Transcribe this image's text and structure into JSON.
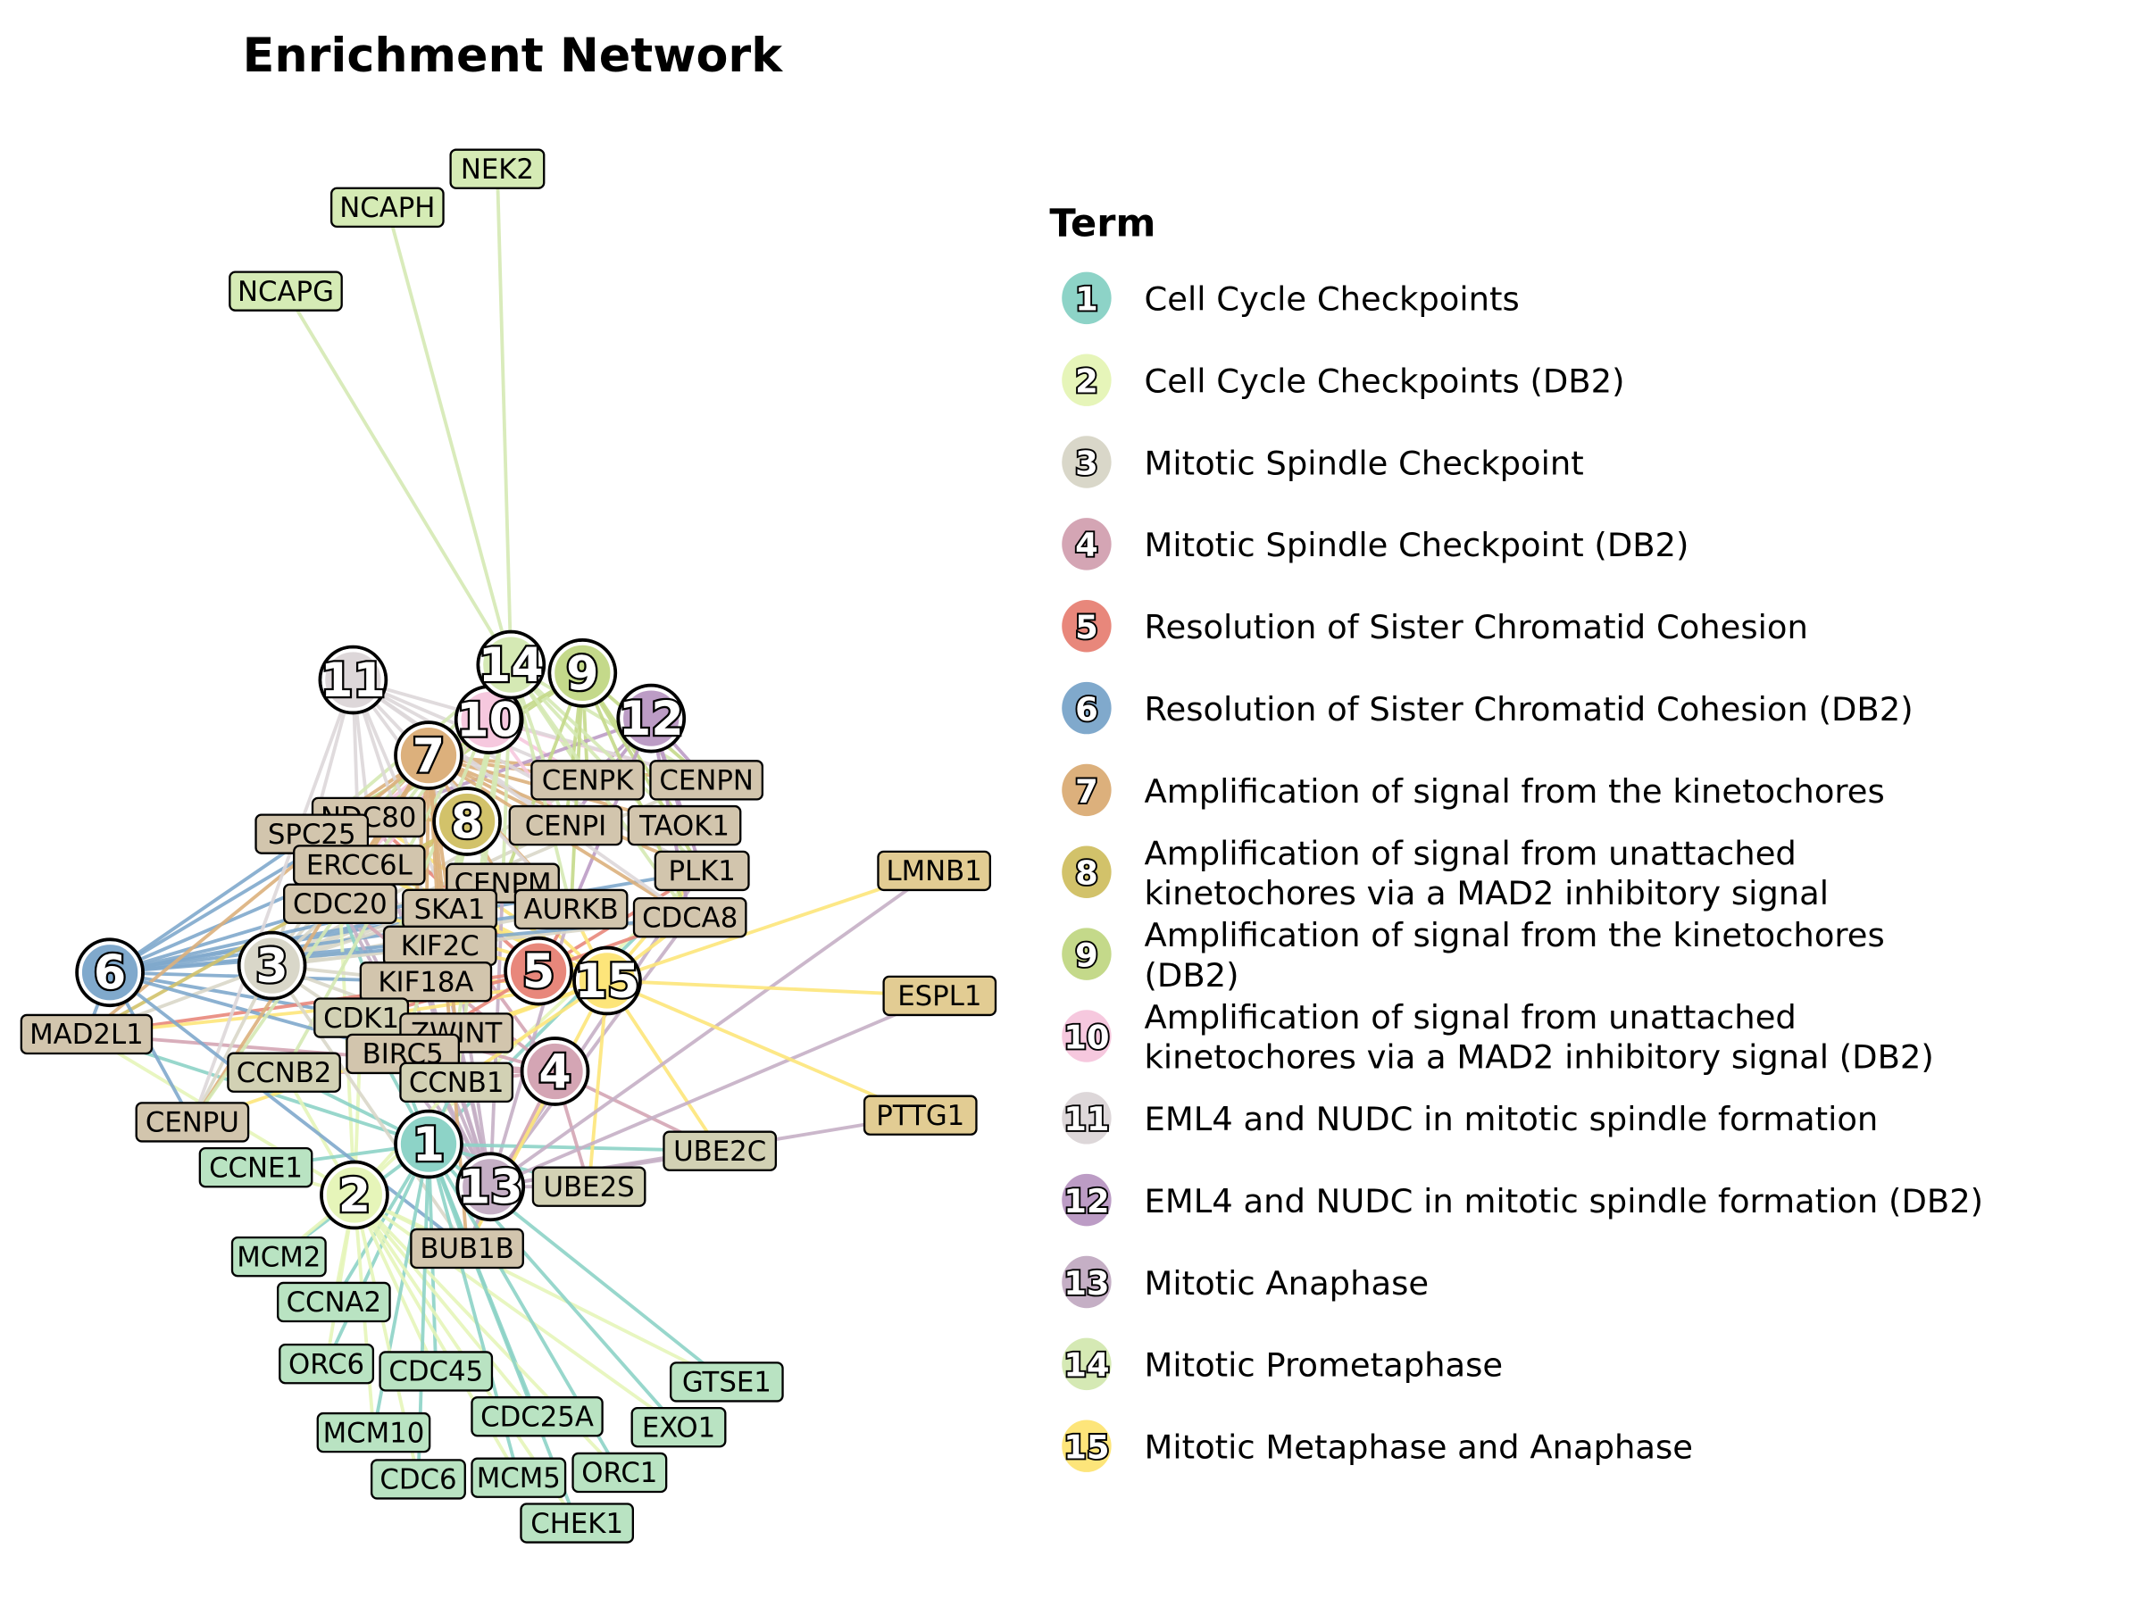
{
  "title": "Enrichment Network",
  "legend": {
    "title": "Term",
    "terms": [
      {
        "id": "1",
        "label": [
          "Cell Cycle Checkpoints"
        ],
        "color": "#8dd3c7"
      },
      {
        "id": "2",
        "label": [
          "Cell Cycle Checkpoints (DB2)"
        ],
        "color": "#e6f5b9"
      },
      {
        "id": "3",
        "label": [
          "Mitotic Spindle Checkpoint"
        ],
        "color": "#d9d7c9"
      },
      {
        "id": "4",
        "label": [
          "Mitotic Spindle Checkpoint (DB2)"
        ],
        "color": "#d4a5b4"
      },
      {
        "id": "5",
        "label": [
          "Resolution of Sister Chromatid Cohesion"
        ],
        "color": "#e8877b"
      },
      {
        "id": "6",
        "label": [
          "Resolution of Sister Chromatid Cohesion (DB2)"
        ],
        "color": "#80a9cc"
      },
      {
        "id": "7",
        "label": [
          "Amplification of signal from the kinetochores"
        ],
        "color": "#dcb07c"
      },
      {
        "id": "8",
        "label": [
          "Amplification of signal from unattached",
          "kinetochores via a MAD2 inhibitory signal"
        ],
        "color": "#d2c26a"
      },
      {
        "id": "9",
        "label": [
          "Amplification of signal from the kinetochores",
          "(DB2)"
        ],
        "color": "#c4d98a"
      },
      {
        "id": "10",
        "label": [
          "Amplification of signal from unattached",
          "kinetochores via a MAD2 inhibitory signal (DB2)"
        ],
        "color": "#f6c8de"
      },
      {
        "id": "11",
        "label": [
          "EML4 and NUDC in mitotic spindle formation"
        ],
        "color": "#ddd7d9"
      },
      {
        "id": "12",
        "label": [
          "EML4 and NUDC in mitotic spindle formation (DB2)"
        ],
        "color": "#bc9cc5"
      },
      {
        "id": "13",
        "label": [
          "Mitotic Anaphase"
        ],
        "color": "#c5afc5"
      },
      {
        "id": "14",
        "label": [
          "Mitotic Prometaphase"
        ],
        "color": "#d5e9b4"
      },
      {
        "id": "15",
        "label": [
          "Mitotic Metaphase and Anaphase"
        ],
        "color": "#fde57a"
      }
    ]
  },
  "gene_colors": {
    "kinetochore": "#d2c5ad",
    "cyclin": "#d2d1b4",
    "replication": "#b9e3c2",
    "condensin": "#d5ebb5",
    "cohesion": "#e2cc93"
  },
  "genes": [
    {
      "name": "NEK2",
      "group": "condensin",
      "terms": [
        "14"
      ]
    },
    {
      "name": "NCAPH",
      "group": "condensin",
      "terms": [
        "14"
      ]
    },
    {
      "name": "NCAPG",
      "group": "condensin",
      "terms": [
        "14"
      ]
    },
    {
      "name": "CENPK",
      "group": "kinetochore",
      "terms": [
        "3",
        "7",
        "9",
        "10",
        "11",
        "12",
        "14"
      ]
    },
    {
      "name": "CENPN",
      "group": "kinetochore",
      "terms": [
        "3",
        "7",
        "9",
        "10",
        "11",
        "12",
        "14"
      ]
    },
    {
      "name": "NDC80",
      "group": "kinetochore",
      "terms": [
        "3",
        "4",
        "5",
        "6",
        "7",
        "8",
        "9",
        "10",
        "11",
        "12",
        "13",
        "14",
        "15"
      ]
    },
    {
      "name": "CENPI",
      "group": "kinetochore",
      "terms": [
        "3",
        "7",
        "9",
        "10",
        "11",
        "12",
        "14"
      ]
    },
    {
      "name": "TAOK1",
      "group": "kinetochore",
      "terms": [
        "7",
        "9",
        "12",
        "14"
      ]
    },
    {
      "name": "PLK1",
      "group": "kinetochore",
      "terms": [
        "1",
        "2",
        "5",
        "6",
        "7",
        "9",
        "11",
        "12",
        "13",
        "14",
        "15"
      ]
    },
    {
      "name": "SPC25",
      "group": "kinetochore",
      "terms": [
        "3",
        "6",
        "7",
        "9",
        "11",
        "13",
        "14",
        "15"
      ]
    },
    {
      "name": "ERCC6L",
      "group": "kinetochore",
      "terms": [
        "3",
        "6",
        "7",
        "10",
        "11",
        "13",
        "14",
        "15"
      ]
    },
    {
      "name": "CENPM",
      "group": "kinetochore",
      "terms": [
        "3",
        "6",
        "7",
        "9",
        "11",
        "13",
        "14",
        "15"
      ]
    },
    {
      "name": "AURKB",
      "group": "kinetochore",
      "terms": [
        "3",
        "5",
        "6",
        "7",
        "9",
        "11",
        "12",
        "13",
        "14",
        "15"
      ]
    },
    {
      "name": "SKA1",
      "group": "kinetochore",
      "terms": [
        "3",
        "6",
        "7",
        "11",
        "13",
        "14",
        "15"
      ]
    },
    {
      "name": "CDCA8",
      "group": "kinetochore",
      "terms": [
        "3",
        "5",
        "6",
        "7",
        "9",
        "11",
        "12",
        "13",
        "14",
        "15"
      ]
    },
    {
      "name": "CDC20",
      "group": "kinetochore",
      "terms": [
        "1",
        "2",
        "3",
        "4",
        "6",
        "7",
        "8",
        "10",
        "13",
        "15"
      ]
    },
    {
      "name": "KIF2C",
      "group": "kinetochore",
      "terms": [
        "3",
        "6",
        "7",
        "11",
        "13",
        "14",
        "15"
      ]
    },
    {
      "name": "KIF18A",
      "group": "kinetochore",
      "terms": [
        "3",
        "6",
        "7",
        "13",
        "14",
        "15"
      ]
    },
    {
      "name": "CDK1",
      "group": "cyclin",
      "terms": [
        "1",
        "2",
        "4",
        "5",
        "13",
        "14",
        "15"
      ]
    },
    {
      "name": "ZWINT",
      "group": "kinetochore",
      "terms": [
        "3",
        "6",
        "7",
        "13",
        "14",
        "15"
      ]
    },
    {
      "name": "MAD2L1",
      "group": "kinetochore",
      "terms": [
        "1",
        "2",
        "3",
        "4",
        "5",
        "6",
        "7",
        "8",
        "15"
      ]
    },
    {
      "name": "CCNB2",
      "group": "cyclin",
      "terms": [
        "1",
        "2",
        "4",
        "14"
      ]
    },
    {
      "name": "BIRC5",
      "group": "kinetochore",
      "terms": [
        "3",
        "5",
        "6",
        "7",
        "13",
        "14",
        "15"
      ]
    },
    {
      "name": "CCNB1",
      "group": "cyclin",
      "terms": [
        "1",
        "2",
        "4",
        "13",
        "14",
        "15"
      ]
    },
    {
      "name": "CENPU",
      "group": "kinetochore",
      "terms": [
        "3",
        "6",
        "7",
        "11",
        "14",
        "15"
      ]
    },
    {
      "name": "CCNE1",
      "group": "replication",
      "terms": [
        "1",
        "2"
      ]
    },
    {
      "name": "UBE2C",
      "group": "cyclin",
      "terms": [
        "1",
        "4",
        "13",
        "15"
      ]
    },
    {
      "name": "UBE2S",
      "group": "cyclin",
      "terms": [
        "1",
        "4",
        "13",
        "15"
      ]
    },
    {
      "name": "BUB1B",
      "group": "kinetochore",
      "terms": [
        "1",
        "2",
        "3",
        "4",
        "6",
        "7",
        "13",
        "15"
      ]
    },
    {
      "name": "LMNB1",
      "group": "cohesion",
      "terms": [
        "13",
        "15"
      ]
    },
    {
      "name": "ESPL1",
      "group": "cohesion",
      "terms": [
        "13",
        "15"
      ]
    },
    {
      "name": "PTTG1",
      "group": "cohesion",
      "terms": [
        "13",
        "15"
      ]
    },
    {
      "name": "MCM2",
      "group": "replication",
      "terms": [
        "1",
        "2"
      ]
    },
    {
      "name": "CCNA2",
      "group": "replication",
      "terms": [
        "1",
        "2"
      ]
    },
    {
      "name": "ORC6",
      "group": "replication",
      "terms": [
        "1",
        "2"
      ]
    },
    {
      "name": "CDC45",
      "group": "replication",
      "terms": [
        "1",
        "2"
      ]
    },
    {
      "name": "GTSE1",
      "group": "replication",
      "terms": [
        "1",
        "2"
      ]
    },
    {
      "name": "CDC25A",
      "group": "replication",
      "terms": [
        "1",
        "2"
      ]
    },
    {
      "name": "EXO1",
      "group": "replication",
      "terms": [
        "1",
        "2"
      ]
    },
    {
      "name": "ORC1",
      "group": "replication",
      "terms": [
        "1",
        "2"
      ]
    },
    {
      "name": "MCM10",
      "group": "replication",
      "terms": [
        "1",
        "2"
      ]
    },
    {
      "name": "MCM5",
      "group": "replication",
      "terms": [
        "1",
        "2"
      ]
    },
    {
      "name": "CHEK1",
      "group": "replication",
      "terms": [
        "1",
        "2"
      ]
    },
    {
      "name": "CDC6",
      "group": "replication",
      "terms": [
        "1",
        "2"
      ]
    }
  ]
}
